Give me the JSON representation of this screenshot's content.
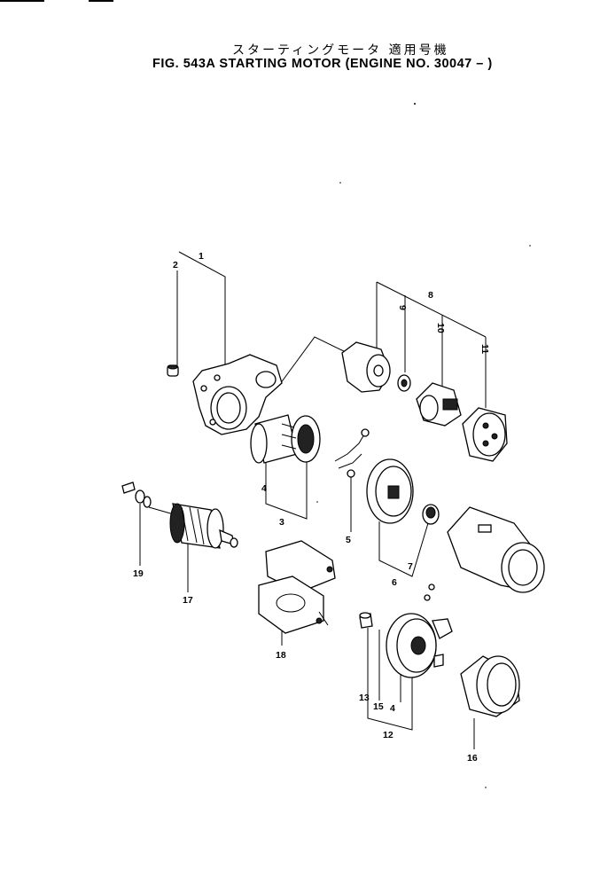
{
  "header": {
    "title_jp": "スターティングモータ 適用号機",
    "title_en": "FIG. 543A  STARTING MOTOR (ENGINE NO. 30047 –  )"
  },
  "callouts": [
    "1",
    "2",
    "3",
    "4",
    "5",
    "6",
    "7",
    "8",
    "9",
    "10",
    "11",
    "12",
    "13",
    "15",
    "4",
    "16",
    "17",
    "18",
    "19"
  ]
}
